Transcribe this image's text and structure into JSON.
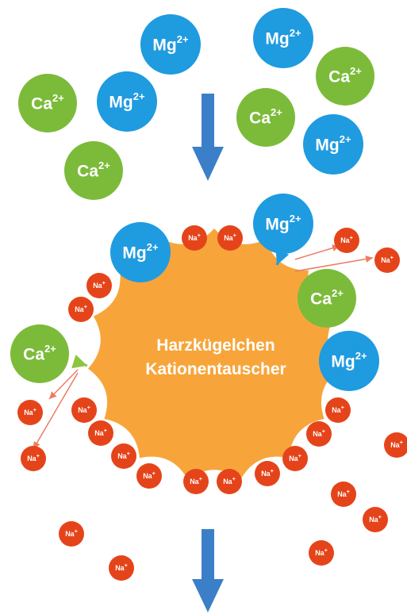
{
  "resin": {
    "label_line1": "Harzkügelchen",
    "label_line2": "Kationentauscher"
  },
  "ions": {
    "mg": {
      "symbol": "Mg",
      "charge": "2+"
    },
    "ca": {
      "symbol": "Ca",
      "charge": "2+"
    },
    "na": {
      "symbol": "Na",
      "charge": "+"
    }
  },
  "colors": {
    "resin": "#f7a53a",
    "mg": "#1f9be0",
    "ca": "#7cbb3a",
    "na": "#e5441a",
    "flow_arrow": "#3b7fc9",
    "exchange_arrow": "#ef7b63",
    "entry_arrow_ca": "#8cc63f",
    "entry_arrow_mg": "#1f9be0"
  },
  "icons": {
    "flow_arrow": "down-arrow-icon"
  }
}
